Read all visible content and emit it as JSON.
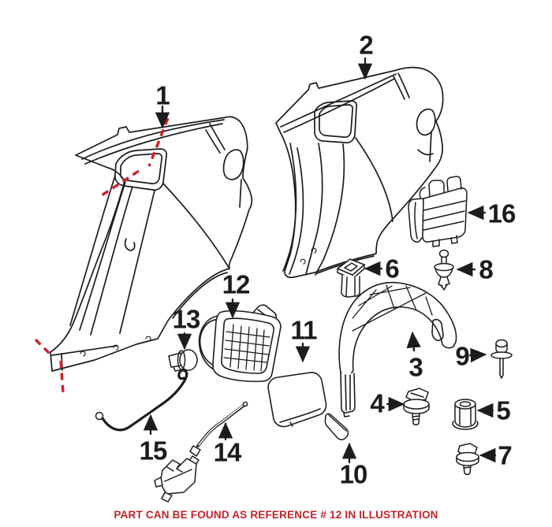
{
  "illustration": {
    "background": "#ffffff",
    "line_color": "#1c1c1c",
    "highlight_color": "#cf2128",
    "caption": "PART CAN BE FOUND AS REFERENCE # 12 IN ILLUSTRATION"
  },
  "callouts": [
    {
      "label": "1"
    },
    {
      "label": "2"
    },
    {
      "label": "3"
    },
    {
      "label": "4"
    },
    {
      "label": "5"
    },
    {
      "label": "6"
    },
    {
      "label": "7"
    },
    {
      "label": "8"
    },
    {
      "label": "9"
    },
    {
      "label": "10"
    },
    {
      "label": "11"
    },
    {
      "label": "12"
    },
    {
      "label": "13"
    },
    {
      "label": "14"
    },
    {
      "label": "15"
    },
    {
      "label": "16"
    }
  ]
}
